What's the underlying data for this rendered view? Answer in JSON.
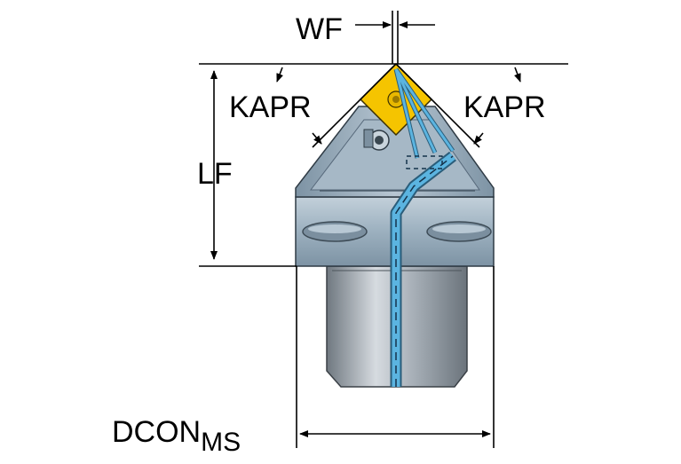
{
  "labels": {
    "wf": "WF",
    "kapr_left": "KAPR",
    "kapr_right": "KAPR",
    "lf": "LF",
    "dcon": "DCON",
    "dcon_sub": "MS"
  },
  "colors": {
    "insert": "#f5c400",
    "body": "#8fa4b4",
    "body_light": "#b9c8d4",
    "body_dark": "#6a8093",
    "shank": "#9aa3ab",
    "coolant": "#5bb4e0",
    "line": "#000000"
  }
}
